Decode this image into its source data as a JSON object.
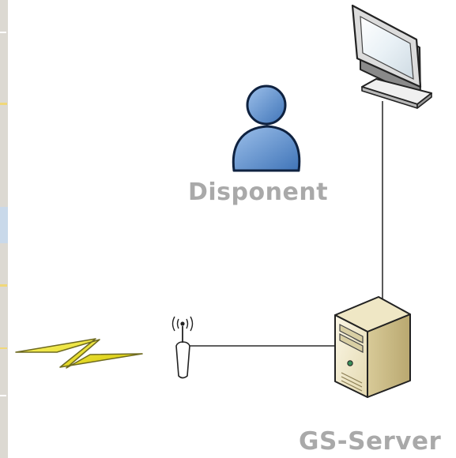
{
  "diagram": {
    "nodes": {
      "monitor": {
        "icon": "monitor-icon"
      },
      "dispatcher": {
        "icon": "person-icon",
        "label": "Disponent"
      },
      "antenna": {
        "icon": "antenna-icon"
      },
      "server": {
        "icon": "server-tower-icon",
        "label": "GS-Server"
      },
      "radio_signal": {
        "icon": "lightning-bolt-icon"
      }
    },
    "edges": [
      {
        "from": "monitor",
        "to": "server"
      },
      {
        "from": "antenna",
        "to": "server"
      }
    ],
    "colors": {
      "label": "#a9a9a9",
      "person": "#6b9ad3",
      "bolt": "#e8e020",
      "server_body": "#f3ecd0",
      "line": "#000000",
      "map_strip": "#d9d6cf"
    }
  }
}
